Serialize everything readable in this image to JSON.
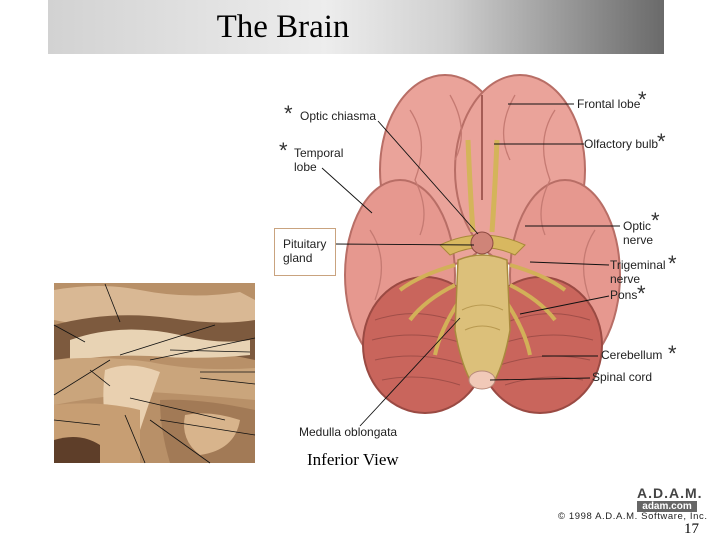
{
  "header": {
    "title": "The Brain"
  },
  "labels": {
    "optic_chiasma": "Optic chiasma",
    "temporal_lobe_1": "Temporal",
    "temporal_lobe_2": "lobe",
    "pituitary_1": "Pituitary",
    "pituitary_2": "gland",
    "frontal_lobe": "Frontal lobe",
    "olfactory_bulb": "Olfactory bulb",
    "optic_nerve_1": "Optic",
    "optic_nerve_2": "nerve",
    "trigeminal_1": "Trigeminal",
    "trigeminal_2": "nerve",
    "pons": "Pons",
    "cerebellum": "Cerebellum",
    "spinal_cord": "Spinal cord",
    "medulla": "Medulla oblongata"
  },
  "star": "*",
  "caption": "Inferior View",
  "logo": {
    "top": "A.D.A.M.",
    "bottom": "adam.com"
  },
  "copyright": "© 1998 A.D.A.M. Software, Inc.",
  "page_number": "17"
}
